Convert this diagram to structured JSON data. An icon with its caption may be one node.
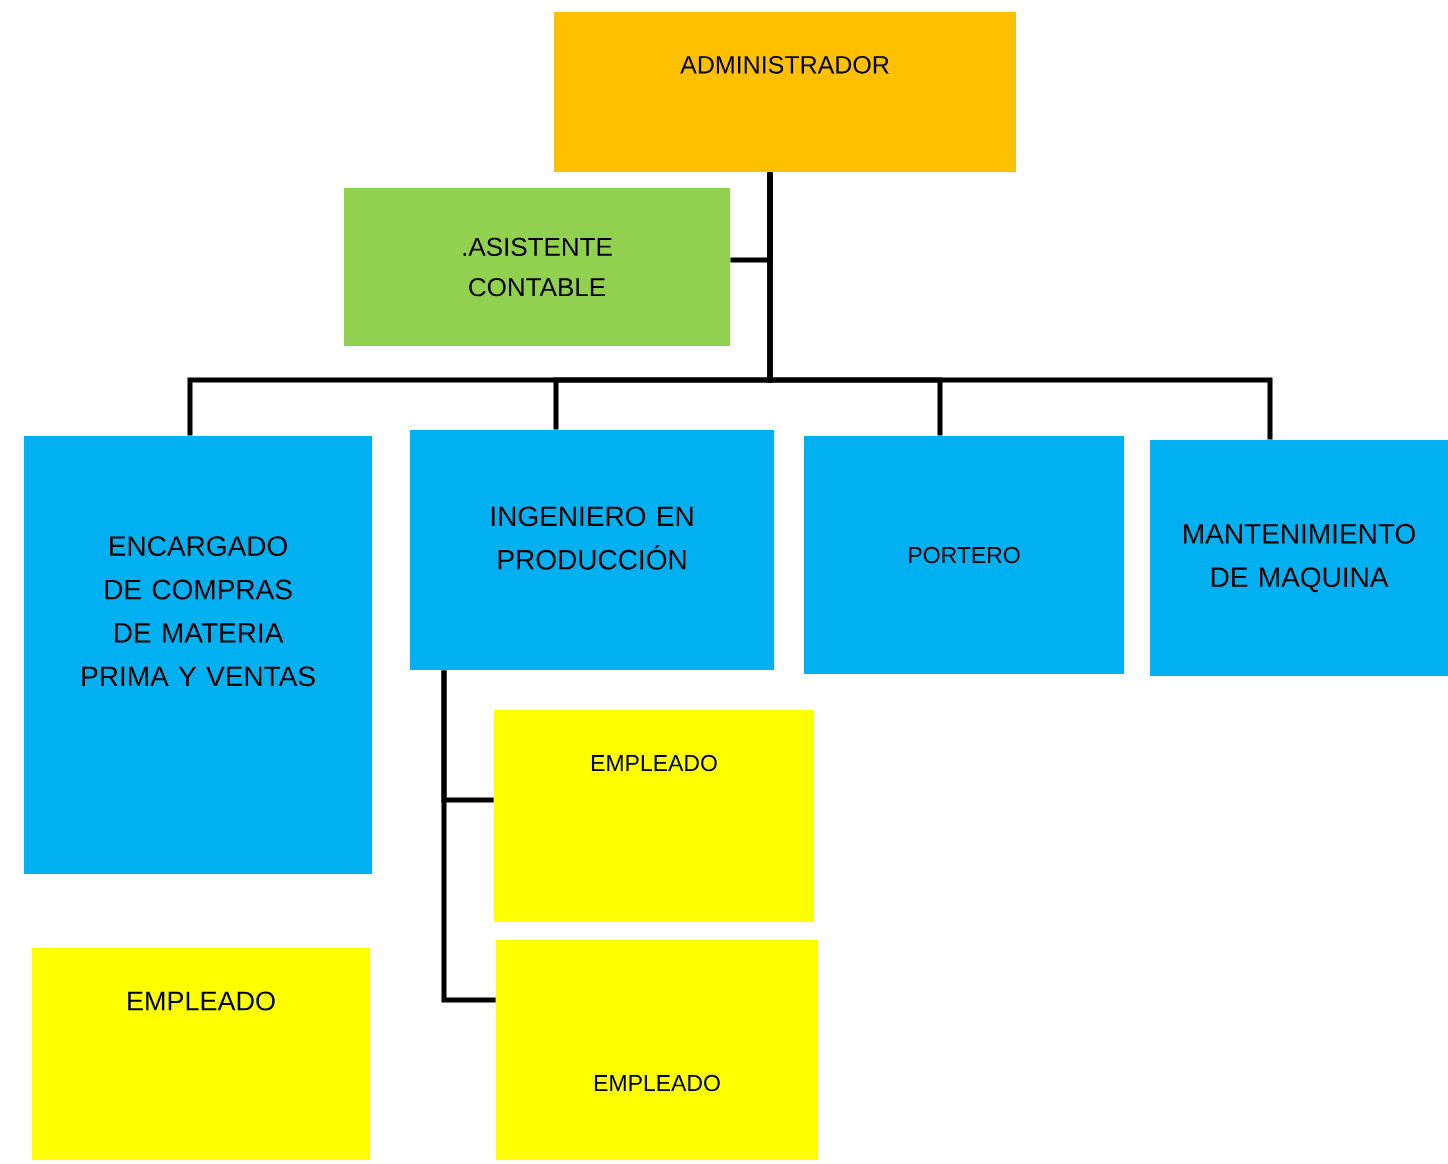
{
  "diagram": {
    "nodes": [
      {
        "text": [
          "ADMINISTRADOR"
        ]
      },
      {
        "text": [
          ".ASISTENTE CONTABLE"
        ]
      },
      {
        "text": [
          "ENCARGADO DE COMPRAS DE MATERIA PRIMA Y VENTAS"
        ]
      },
      {
        "text": [
          "INGENIERO EN PRODUCCIÓN"
        ]
      },
      {
        "text": [
          "PORTERO"
        ]
      },
      {
        "text": [
          "MANTENIMIENTO DE MAQUINA"
        ]
      },
      {
        "text": [
          "EMPLEADO"
        ]
      },
      {
        "text": [
          "EMPLEADO"
        ]
      },
      {
        "text": [
          "EMPLEADO"
        ]
      }
    ],
    "edges": [
      {
        "from": 0,
        "to": 1,
        "arrow": "none"
      },
      {
        "from": 0,
        "to": 2,
        "arrow": "none"
      },
      {
        "from": 0,
        "to": 3,
        "arrow": "none"
      },
      {
        "from": 0,
        "to": 4,
        "arrow": "none"
      },
      {
        "from": 0,
        "to": 5,
        "arrow": "none"
      },
      {
        "from": 3,
        "to": 6,
        "arrow": "none"
      },
      {
        "from": 3,
        "to": 7,
        "arrow": "none"
      }
    ]
  }
}
